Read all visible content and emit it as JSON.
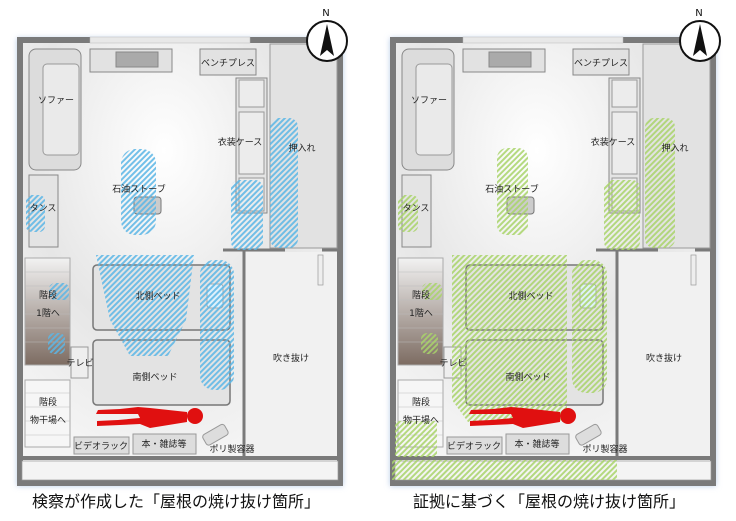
{
  "labels": {
    "north": "N",
    "sofa": "ソファー",
    "bench_press": "ベンチプレス",
    "clothes_case": "衣装ケース",
    "closet": "押入れ",
    "kerosene_stove": "石油ストーブ",
    "tansu": "タンス",
    "stairs_1": "階段",
    "to_first_floor": "1階へ",
    "north_bed": "北側ベッド",
    "tv": "テレビ",
    "south_bed": "南側ベッド",
    "atrium": "吹き抜け",
    "stairs_2": "階段",
    "to_drying_area": "物干場へ",
    "video_rack": "ビデオラック",
    "books": "本・雑誌等",
    "poly_container": "ポリ製容器"
  },
  "panels": [
    {
      "caption": "検察が作成した「屋根の焼け抜け箇所」",
      "hatch_color": "#5bb6e6"
    },
    {
      "caption": "証拠に基づく「屋根の焼け抜け箇所」",
      "hatch_color": "#a9d46a"
    }
  ],
  "colors": {
    "wall": "#7a7a7a",
    "person": "#e01010"
  }
}
